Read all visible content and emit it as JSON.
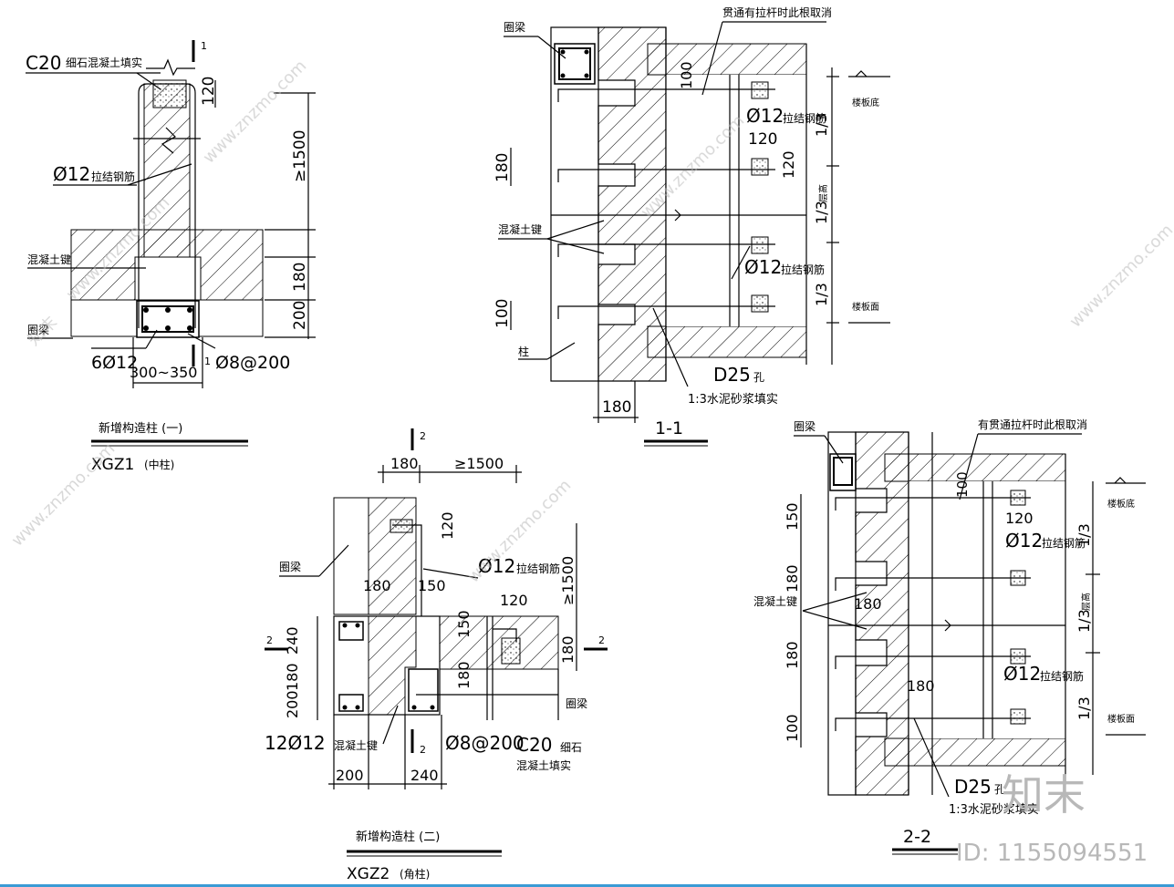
{
  "title": "",
  "drawings": {
    "xgz1": {
      "title": "新增构造柱 (一)",
      "code": "XGZ1",
      "code_note": "(中柱)",
      "labels": {
        "infill": "C20",
        "infill_note": "细石混凝土填实",
        "tie_bar": "Ø12",
        "tie_bar_note": "拉结钢筋",
        "key": "混凝土键",
        "ring_beam": "圈梁",
        "main_bar": "6Ø12",
        "stirrup": "Ø8@200",
        "width": "300~350",
        "section_mark": "1",
        "section_mark2": "1"
      },
      "dims": [
        "120",
        "≥1500",
        "180",
        "200"
      ]
    },
    "sec11": {
      "title": "1-1",
      "labels": {
        "ring_beam": "圈梁",
        "note_top": "贯通有拉杆时此根取消",
        "key": "混凝土键",
        "column": "柱",
        "tie_bar_1": "Ø12",
        "tie_bar_note_1": "拉结钢筋",
        "tie_bar_2": "Ø12",
        "tie_bar_note_2": "拉结钢筋",
        "hole": "D25",
        "hole_note": "孔",
        "mortar": "1:3水泥砂浆填实",
        "floor_bottom": "楼板底",
        "floor_top": "楼板面",
        "third_1": "1/3",
        "third_2": "1/3",
        "third_3": "1/3",
        "height_note": "层高"
      },
      "dims": [
        "100",
        "120",
        "120",
        "180",
        "100",
        "180"
      ]
    },
    "xgz2": {
      "title": "新增构造柱 (二)",
      "code": "XGZ2",
      "code_note": "(角柱)",
      "labels": {
        "ring_beam_1": "圈梁",
        "ring_beam_2": "圈梁",
        "tie_bar": "Ø12",
        "tie_bar_note": "拉结钢筋",
        "key": "混凝土键",
        "main_bar": "12Ø12",
        "stirrup": "Ø8@200",
        "infill": "C20",
        "infill_note_1": "细石",
        "infill_note_2": "混凝土填实",
        "section_mark_top": "2",
        "section_mark_left": "2",
        "section_mark_right": "2",
        "section_mark_bottom": "2"
      },
      "dims": [
        "180",
        "≥1500",
        "120",
        "180",
        "150",
        "120",
        "≥1500",
        "240",
        "180",
        "200",
        "150",
        "180",
        "180",
        "200",
        "240"
      ]
    },
    "sec22": {
      "title": "2-2",
      "labels": {
        "ring_beam": "圈梁",
        "note_top": "有贯通拉杆时此根取消",
        "key": "混凝土键",
        "tie_bar_1": "Ø12",
        "tie_bar_note_1": "拉结钢筋",
        "tie_bar_2": "Ø12",
        "tie_bar_note_2": "拉结钢筋",
        "hole": "D25",
        "hole_note": "孔",
        "mortar": "1:3水泥砂浆填实",
        "floor_bottom": "楼板底",
        "floor_top": "楼板面",
        "third_1": "1/3",
        "third_2": "1/3",
        "third_3": "1/3",
        "height_note": "层高"
      },
      "dims": [
        "100",
        "120",
        "150",
        "180",
        "180",
        "180",
        "100",
        "180"
      ]
    }
  },
  "watermark": {
    "brand": "知末",
    "site": "www.znzmo.com",
    "id_label": "ID: 1155094551"
  }
}
